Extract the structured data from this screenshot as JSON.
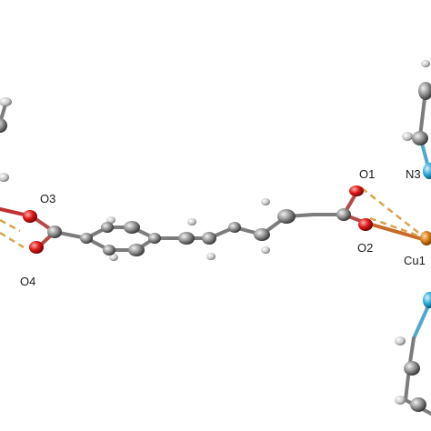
{
  "labels": {
    "o1": "O1",
    "o2": "O2",
    "o3": "O3",
    "o4": "O4",
    "n3": "N3",
    "cu1": "Cu1"
  },
  "colors": {
    "carbon": "#8c8c8c",
    "hydrogen": "#d9d9d9",
    "oxygen": "#d41f1f",
    "nitrogen": "#29a8d8",
    "copper": "#c8741a",
    "bond": "#7a7a7a",
    "coord_bond": "#d9a54a"
  }
}
